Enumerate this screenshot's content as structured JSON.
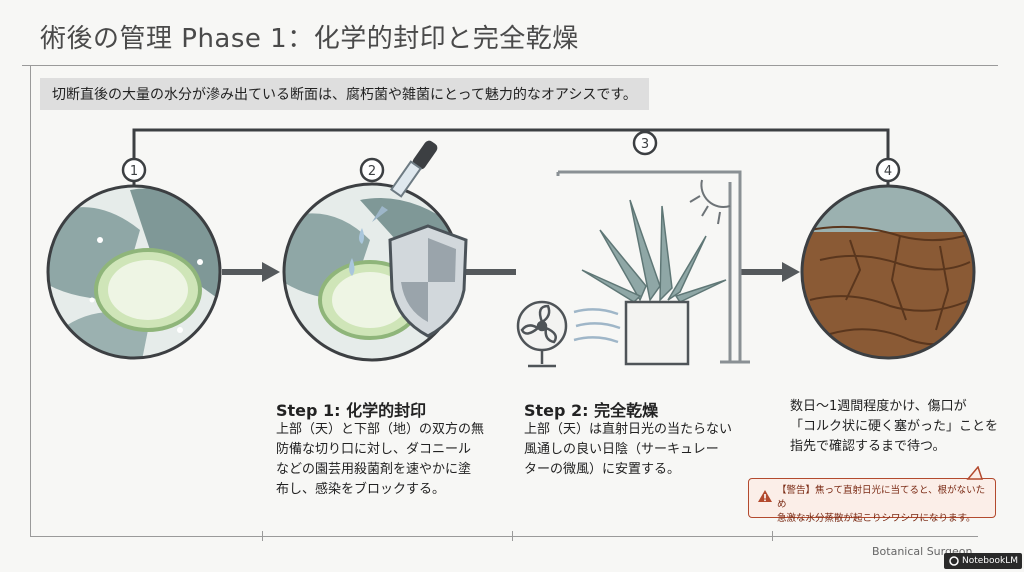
{
  "title": "術後の管理 Phase 1：化学的封印と完全乾燥",
  "subtitle": "切断直後の大量の水分が滲み出ている断面は、腐朽菌や雑菌にとって魅力的なオアシスです。",
  "diagram": {
    "markers": [
      "1",
      "2",
      "3",
      "4"
    ]
  },
  "steps": [
    {
      "title": "Step 1: 化学的封印",
      "lines": [
        "上部（天）と下部（地）の双方の無",
        "防備な切り口に対し、ダコニール",
        "などの園芸用殺菌剤を速やかに塗",
        "布し、感染をブロックする。"
      ]
    },
    {
      "title": "Step 2: 完全乾燥",
      "lines": [
        "上部（天）は直射日光の当たらない",
        "風通しの良い日陰（サーキュレー",
        "ターの微風）に安置する。"
      ]
    }
  ],
  "result": {
    "lines": [
      "数日〜1週間程度かけ、傷口が",
      "「コルク状に硬く塞がった」ことを",
      "指先で確認するまで待つ。"
    ]
  },
  "warning": {
    "lines": [
      "【警告】焦って直射日光に当てると、根がないため",
      "急激な水分蒸散が起こりシワシワになります。"
    ],
    "color": "#b34a2e"
  },
  "footer": {
    "brand": "Botanical Surgeon",
    "badge": "NotebookLM"
  },
  "colors": {
    "arrow": "#55595c",
    "leaf": "#8fa7a6",
    "cut": "#cfe5b8",
    "bark": "#8a5a35"
  }
}
